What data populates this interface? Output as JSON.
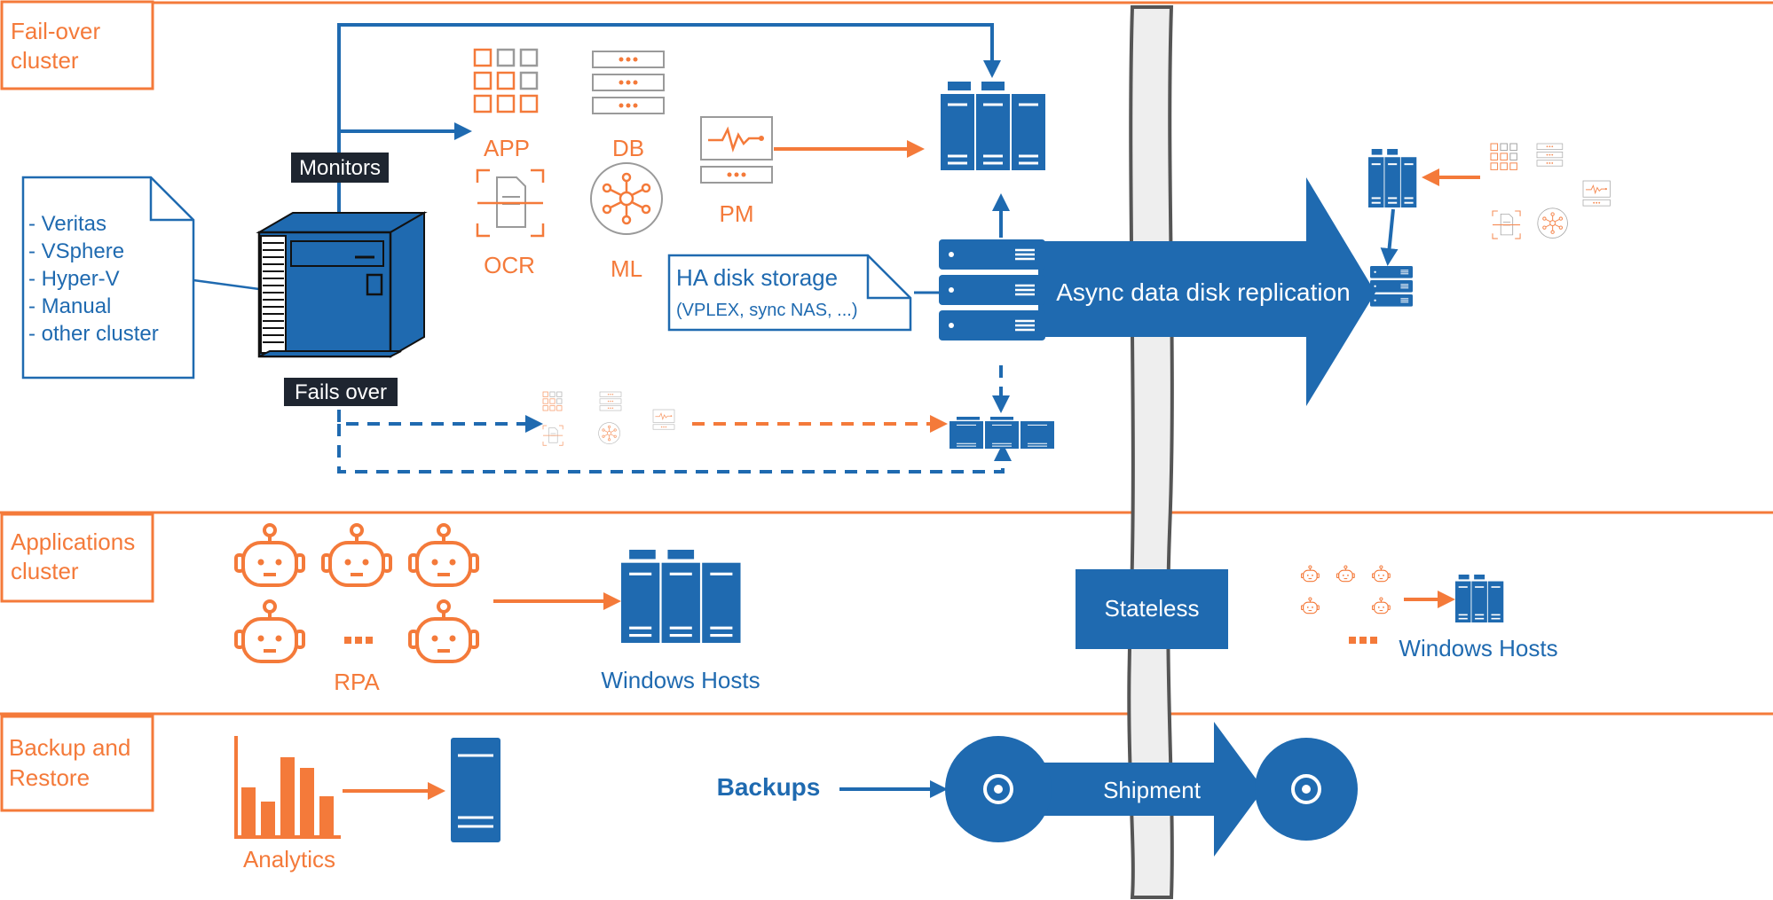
{
  "colors": {
    "orange": "#F47A3A",
    "blue": "#1F6AB0",
    "gray": "#9A9A9A",
    "dark": "#1E2530"
  },
  "sections": {
    "failover": {
      "label_line1": "Fail-over",
      "label_line2": "cluster"
    },
    "applications": {
      "label_line1": "Applications",
      "label_line2": "cluster"
    },
    "backup": {
      "label_line1": "Backup and",
      "label_line2": "Restore"
    }
  },
  "note": {
    "items": [
      "- Veritas",
      "- VSphere",
      "- Hyper-V",
      "- Manual",
      "- other cluster"
    ]
  },
  "cluster_host": {
    "icon": "mainframe-icon",
    "monitors": "Monitors",
    "fails_over": "Fails over"
  },
  "services": {
    "app": "APP",
    "db": "DB",
    "pm": "PM",
    "ocr": "OCR",
    "ml": "ML"
  },
  "storage": {
    "title": "HA disk storage",
    "subtitle": "(VPLEX, sync NAS, ...)"
  },
  "replication": "Async data disk replication",
  "stateless": "Stateless",
  "rpa": {
    "label": "RPA",
    "dots": "..."
  },
  "windows_hosts": "Windows Hosts",
  "windows_hosts_remote": "Windows Hosts",
  "analytics": "Analytics",
  "backups": "Backups",
  "shipment": "Shipment"
}
